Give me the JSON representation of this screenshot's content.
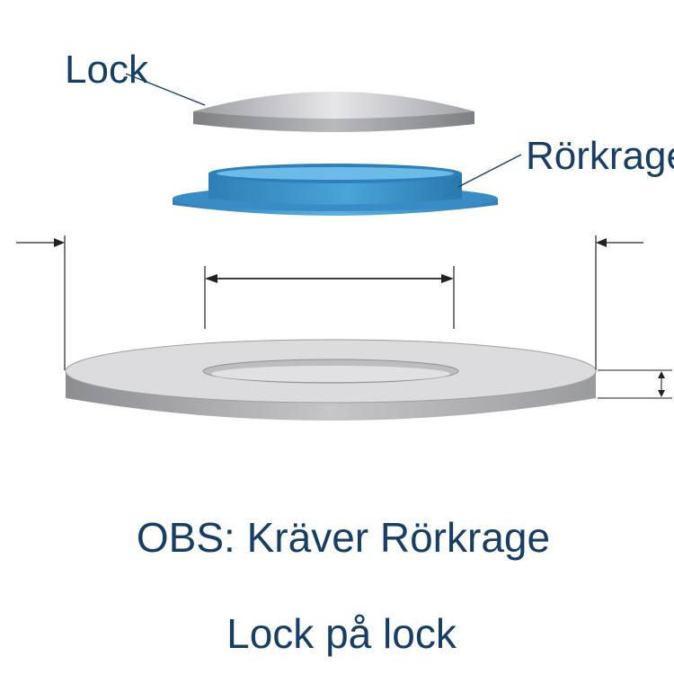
{
  "labels": {
    "lid": "Lock",
    "collar": "Rörkrage"
  },
  "note": "OBS: Kräver Rörkrage",
  "caption": "Lock på lock",
  "colors": {
    "text": "#173f66",
    "lid_gray": "#c9c9cc",
    "collar_blue": "#3d8fc4",
    "plate_gray": "#d9d9db"
  }
}
